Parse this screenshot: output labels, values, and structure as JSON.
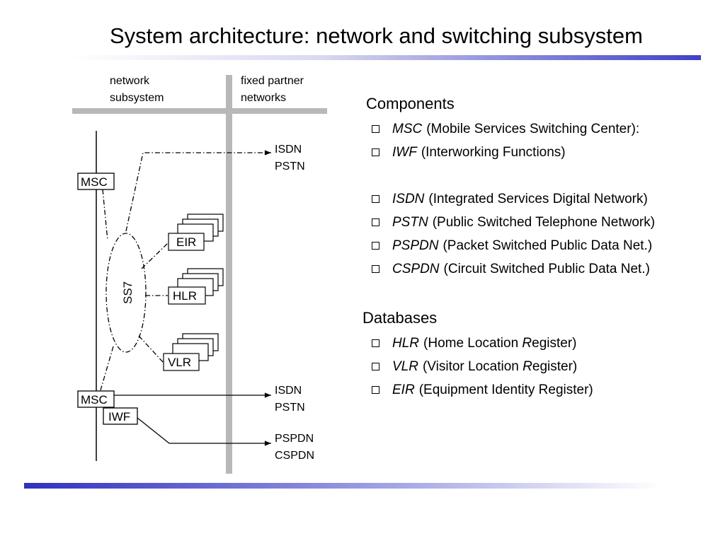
{
  "title": "System architecture: network and switching subsystem",
  "diagram": {
    "network_subsystem_label": [
      "network",
      "subsystem"
    ],
    "fixed_partner_label": [
      "fixed partner",
      "networks"
    ],
    "msc_top": "MSC",
    "msc_bottom": "MSC",
    "iwf": "IWF",
    "eir": "EIR",
    "hlr": "HLR",
    "vlr": "VLR",
    "ss7": "SS7",
    "dest_top": [
      "ISDN",
      "PSTN"
    ],
    "dest_mid": [
      "ISDN",
      "PSTN"
    ],
    "dest_bottom": [
      "PSPDN",
      "CSPDN"
    ]
  },
  "components": {
    "heading": "Components",
    "items": [
      {
        "term": "MSC",
        "desc": "(Mobile Services Switching Center):"
      },
      {
        "term": "IWF",
        "desc": "(Interworking Functions)"
      }
    ],
    "networks": [
      {
        "term": "ISDN",
        "desc": "(Integrated Services Digital Network)"
      },
      {
        "term": "PSTN",
        "desc": "(Public Switched Telephone Network)"
      },
      {
        "term": "PSPDN",
        "desc": "(Packet Switched Public Data Net.)"
      },
      {
        "term": "CSPDN",
        "desc": "(Circuit Switched Public Data Net.)"
      }
    ]
  },
  "databases": {
    "heading": "Databases",
    "items": [
      {
        "term": "HLR",
        "desc_pre": "(Home Location ",
        "desc_em": "R",
        "desc_post": "egister)"
      },
      {
        "term": "VLR",
        "desc_pre": "(Visitor Location ",
        "desc_em": "R",
        "desc_post": "egister)"
      },
      {
        "term": "EIR",
        "desc_pre": "(Equipment Identity Register)",
        "desc_em": "",
        "desc_post": ""
      }
    ]
  }
}
